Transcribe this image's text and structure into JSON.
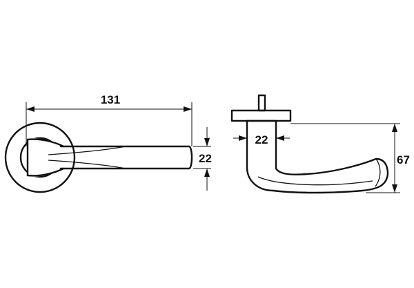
{
  "dimensions": {
    "length": "131",
    "handle_diameter": "22",
    "spindle_offset": "22",
    "height": "67"
  }
}
